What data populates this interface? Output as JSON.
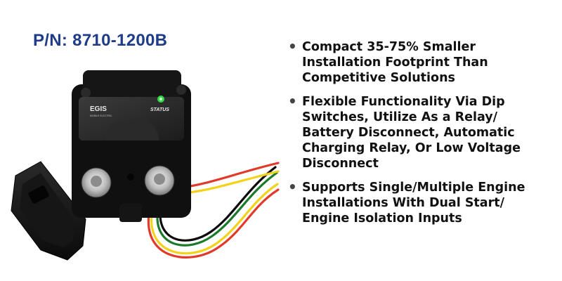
{
  "header": {
    "part_number": "P/N: 8710-1200B"
  },
  "product_image": {
    "brand_text": "EGIS",
    "brand_subtext": "MOBILE ELECTRIC",
    "status_label": "STATUS",
    "status_led_color": "#39d84a",
    "housing_color": "#101010",
    "wire_colors": [
      "#e23a2a",
      "#f2d21b",
      "#ffffff",
      "#1a7a2c",
      "#0b0b0b"
    ]
  },
  "features": {
    "items": [
      {
        "line1": "Compact 35-75% Smaller",
        "line2": "Installation Footprint Than",
        "line3": "Competitive Solutions"
      },
      {
        "line1": "Flexible Functionality Via Dip",
        "line2": "Switches, Utilize As a Relay/",
        "line3": "Battery Disconnect, Automatic",
        "line4": "Charging Relay, Or Low Voltage",
        "line5": "Disconnect"
      },
      {
        "line1": "Supports Single/Multiple Engine",
        "line2": "Installations With Dual Start/",
        "line3": "Engine Isolation Inputs"
      }
    ]
  }
}
